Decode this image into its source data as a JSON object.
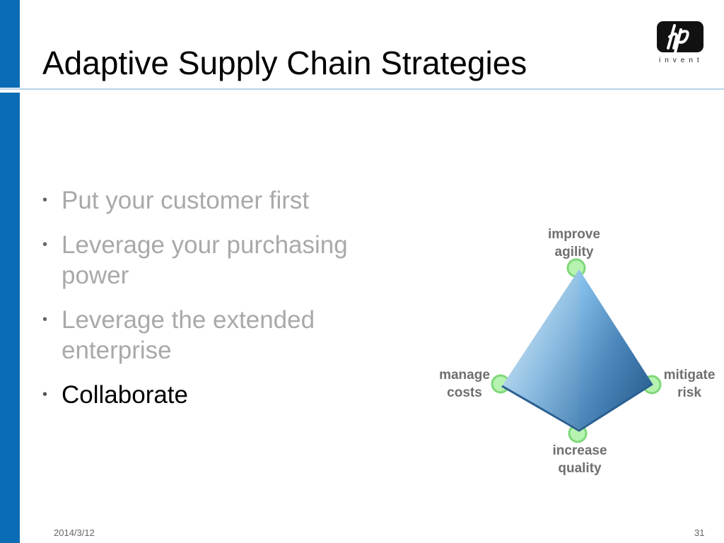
{
  "slide": {
    "title": "Adaptive Supply Chain Strategies",
    "logo_text": "invent",
    "footer_date": "2014/3/12",
    "page_number": "31"
  },
  "bullets": [
    {
      "text": "Put your customer first",
      "active": false
    },
    {
      "text": "Leverage your purchasing power",
      "active": false
    },
    {
      "text": "Leverage the extended enterprise",
      "active": false
    },
    {
      "text": "Collaborate",
      "active": true
    }
  ],
  "diagram": {
    "top_label": {
      "line1": "improve",
      "line2": "agility"
    },
    "left_label": {
      "line1": "manage",
      "line2": "costs"
    },
    "right_label": {
      "line1": "mitigate",
      "line2": "risk"
    },
    "bottom_label": {
      "line1": "increase",
      "line2": "quality"
    }
  },
  "colors": {
    "accent_blue": "#0a6cb4",
    "pyramid_light": "#d7ebf8",
    "pyramid_dark": "#2f6897",
    "vertex_green": "#9be39b"
  }
}
